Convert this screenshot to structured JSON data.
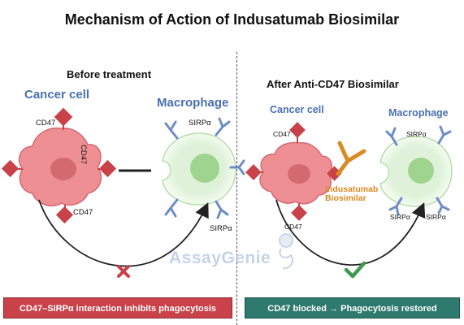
{
  "title": "Mechanism of Action of Indusatumab Biosimilar",
  "left_panel": {
    "heading": "Before treatment",
    "cancer_cell_label": "Cancer cell",
    "macrophage_label": "Macrophage",
    "cd47_labels": [
      "CD47",
      "CD47",
      "CD47"
    ],
    "sirpa_labels": [
      "SIRPα",
      "SIRPα"
    ],
    "banner": "CD47–SIRPα interaction inhibits phagocytosis",
    "outcome_icon": "red-x-icon"
  },
  "right_panel": {
    "heading": "After Anti-CD47 Biosimilar",
    "cancer_cell_label": "Cancer cell",
    "macrophage_label": "Macrophage",
    "cd47_labels": [
      "CD47",
      "CD47"
    ],
    "sirpa_labels": [
      "SIRPα",
      "SIRPα",
      "SIRPα"
    ],
    "drug_label_line1": "Indusatumab",
    "drug_label_line2": "Biosimilar",
    "banner": "CD47 blocked → Phagocytosis restored",
    "outcome_icon": "green-check-icon"
  },
  "watermark": "AssayGenie",
  "colors": {
    "cancer_cell": "#ee8f93",
    "cancer_nucleus": "#d36a70",
    "cd47_receptor": "#c9424a",
    "macrophage": "#dff2d9",
    "macrophage_nucleus": "#9fd48e",
    "sirpa_receptor": "#6e8cc8",
    "antibody": "#d98a22",
    "label_blue": "#4a6fb0",
    "banner_red": "#c9424a",
    "banner_green": "#2e7a6e"
  }
}
